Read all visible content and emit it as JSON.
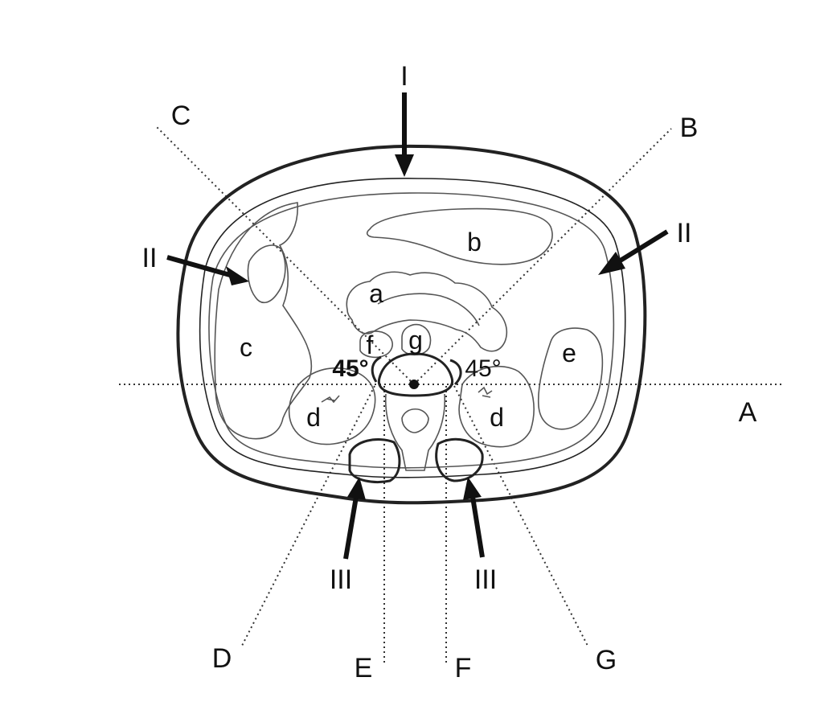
{
  "colors": {
    "ink": "#111111",
    "organ_stroke": "#555555",
    "background": "#ffffff"
  },
  "line_labels": {
    "A": "A",
    "B": "B",
    "C": "C",
    "D": "D",
    "E": "E",
    "F": "F",
    "G": "G"
  },
  "arrow_labels": {
    "anterior": "I",
    "lateral_right": "II",
    "lateral_left": "II",
    "posterior_left": "III",
    "posterior_right": "III"
  },
  "organ_labels": {
    "a": "a",
    "b": "b",
    "c": "c",
    "d_left": "d",
    "d_right": "d",
    "e": "e",
    "f": "f",
    "g": "g"
  },
  "angle_labels": {
    "left": "45°",
    "right": "45°"
  }
}
